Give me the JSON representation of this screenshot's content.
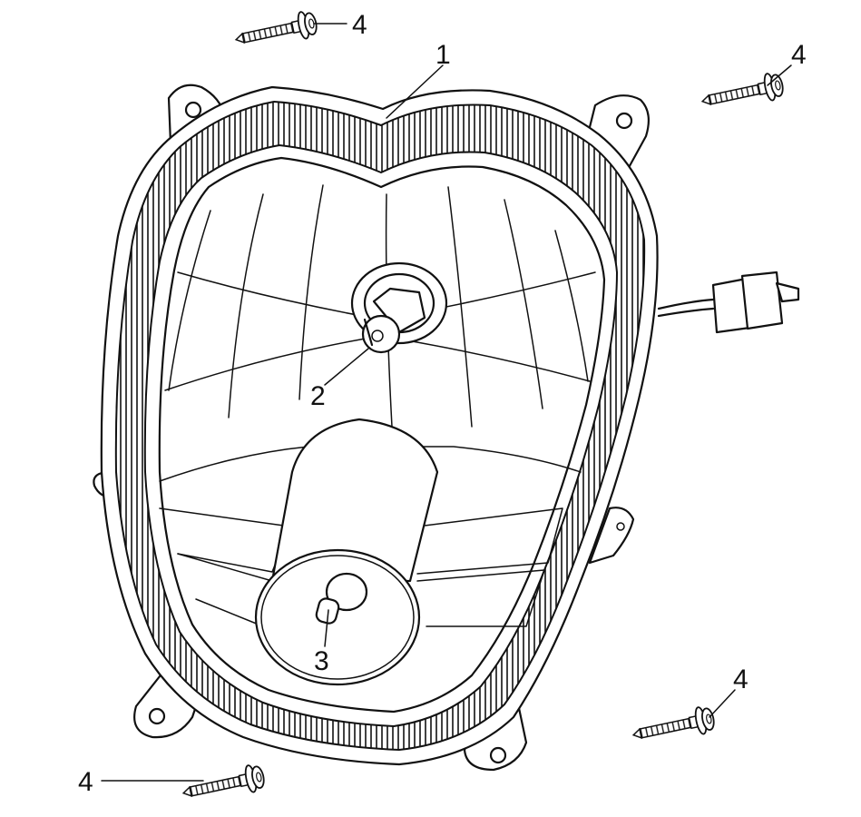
{
  "diagram": {
    "callouts": {
      "housing": "1",
      "main_bulb": "2",
      "position_bulb": "3",
      "screw": "4"
    }
  }
}
